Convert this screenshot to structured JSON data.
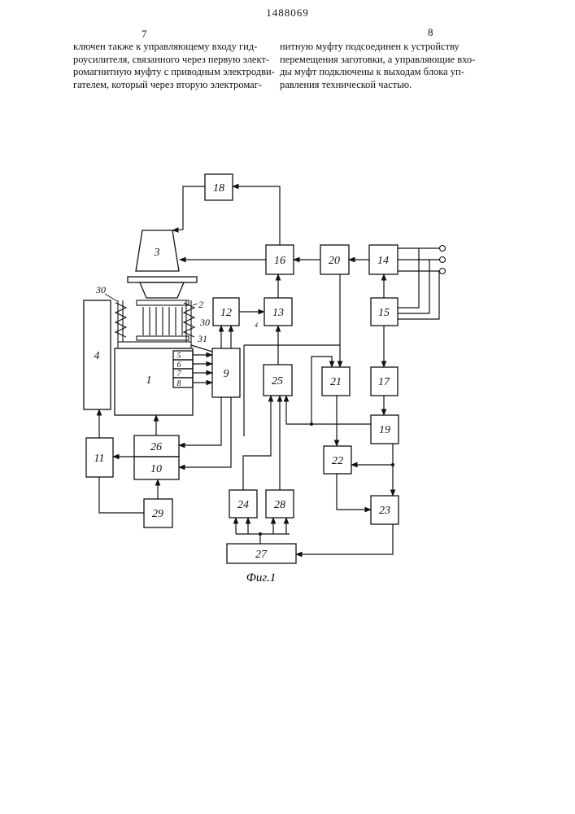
{
  "header": {
    "document_number": "1488069",
    "page_left": "7",
    "page_right": "8"
  },
  "text_left": [
    "ключен также к управляющему входу гид-",
    "роусилителя, связанного через первую элект-",
    "ромагнитную муфту с приводным электродви-",
    "гателем, который через вторую электромаг-"
  ],
  "text_right": [
    "нитную муфту подсоединен к устройству",
    "перемещения заготовки, а управляющие вхо-",
    "ды муфт подключены к выходам блока уп-",
    "равления технической частью."
  ],
  "diagram": {
    "caption": "Фиг.1",
    "blocks": [
      "1",
      "3",
      "4",
      "9",
      "10",
      "11",
      "12",
      "13",
      "14",
      "15",
      "16",
      "17",
      "18",
      "19",
      "20",
      "21",
      "22",
      "23",
      "24",
      "25",
      "26",
      "27",
      "28",
      "29"
    ],
    "sub_blocks": [
      "5",
      "6",
      "7",
      "8"
    ],
    "labels": {
      "l2": "2",
      "l30a": "30",
      "l30b": "30",
      "l31": "31",
      "l4small": "4"
    }
  }
}
